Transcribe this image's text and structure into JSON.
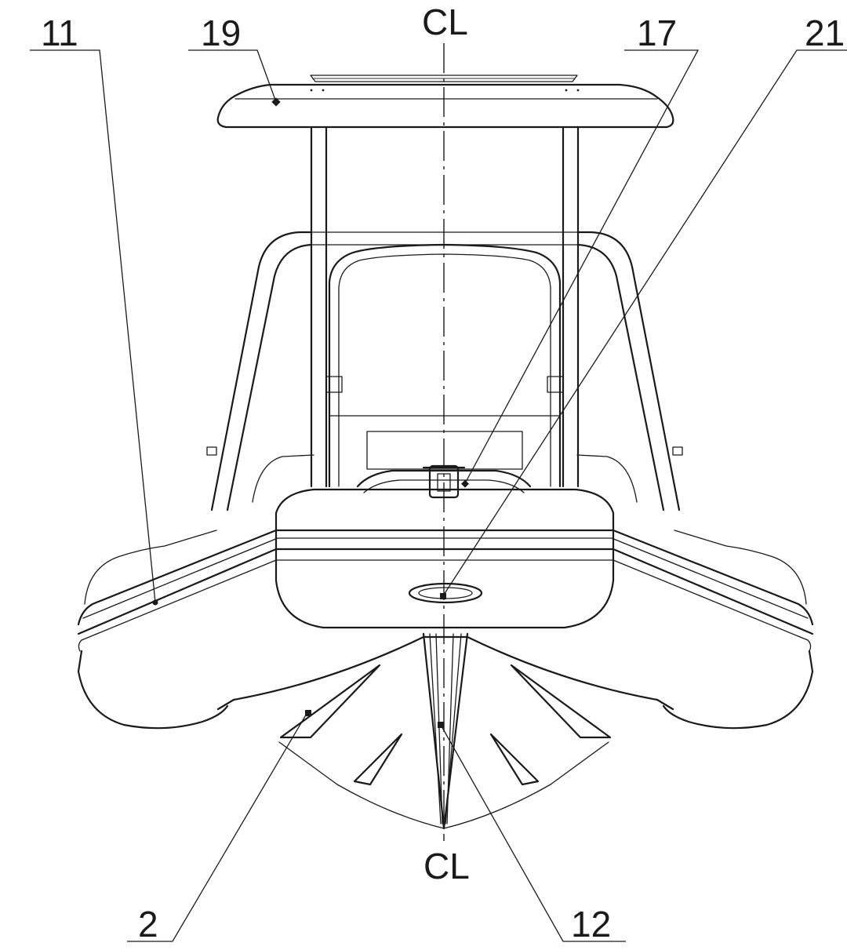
{
  "labels": {
    "label_11": "11",
    "label_19": "19",
    "label_cl_top": "CL",
    "label_17": "17",
    "label_21": "21",
    "label_cl_bottom": "CL",
    "label_2": "2",
    "label_12": "12"
  },
  "colors": {
    "line": "#1a1a1a",
    "background": "#ffffff"
  }
}
